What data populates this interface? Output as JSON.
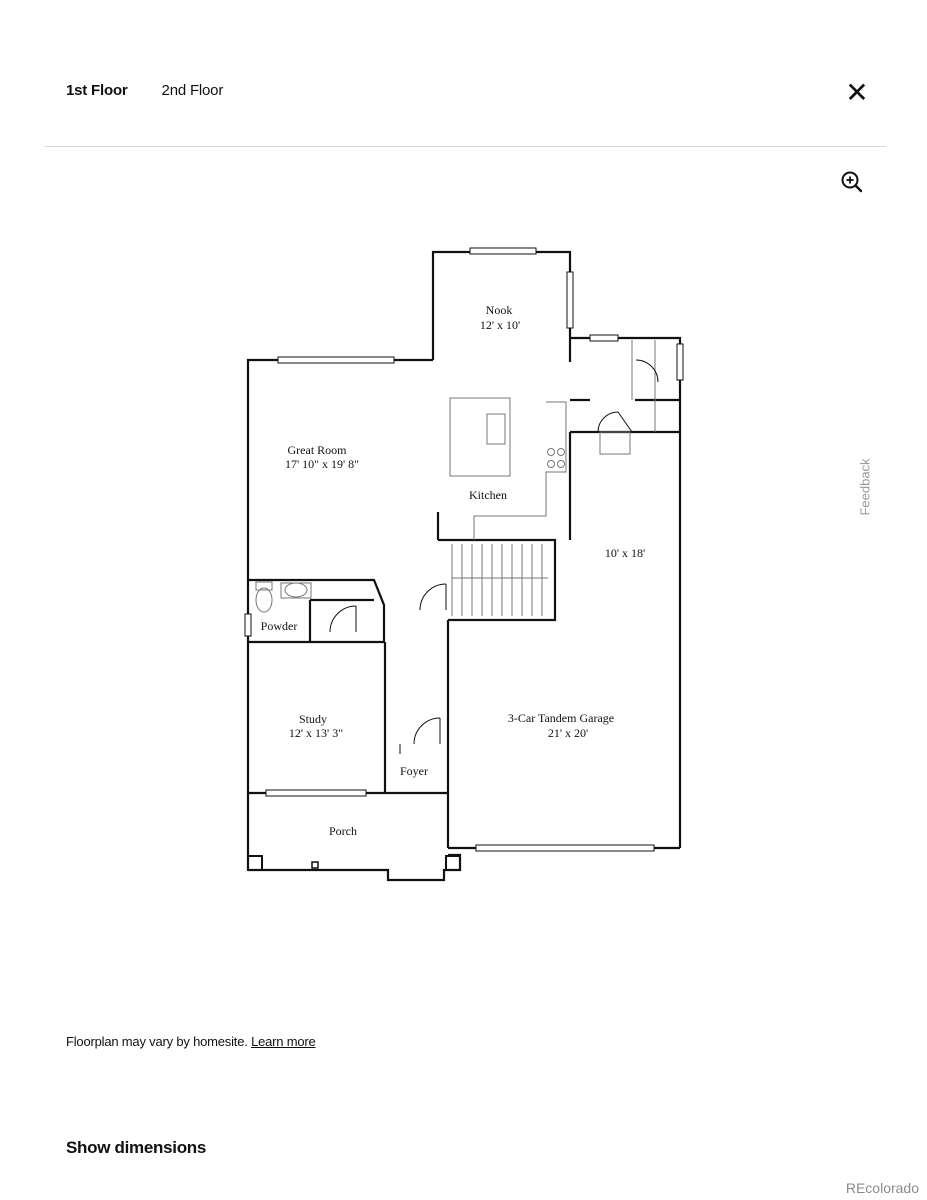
{
  "tabs": [
    {
      "label": "1st Floor",
      "active": true
    },
    {
      "label": "2nd Floor",
      "active": false
    }
  ],
  "close": {
    "label": "✕",
    "icon": "close-icon"
  },
  "zoom": {
    "icon": "zoom-in-icon"
  },
  "floorplan": {
    "rooms": {
      "nook": {
        "name": "Nook",
        "size": "12' x 10'"
      },
      "great_room": {
        "name": "Great Room",
        "size": "17' 10\" x 19' 8\""
      },
      "kitchen": {
        "name": "Kitchen"
      },
      "garage_extension": {
        "size": "10' x 18'"
      },
      "powder": {
        "name": "Powder"
      },
      "study": {
        "name": "Study",
        "size": "12' x 13' 3\""
      },
      "garage": {
        "name": "3-Car Tandem Garage",
        "size": "21' x 20'"
      },
      "foyer": {
        "name": "Foyer"
      },
      "porch": {
        "name": "Porch"
      }
    }
  },
  "feedback": {
    "label": "Feedback"
  },
  "disclaimer": {
    "text": "Floorplan may vary by homesite.",
    "link": "Learn more"
  },
  "show_dimensions": {
    "label": "Show dimensions"
  },
  "brand": {
    "label": "REcolorado"
  }
}
